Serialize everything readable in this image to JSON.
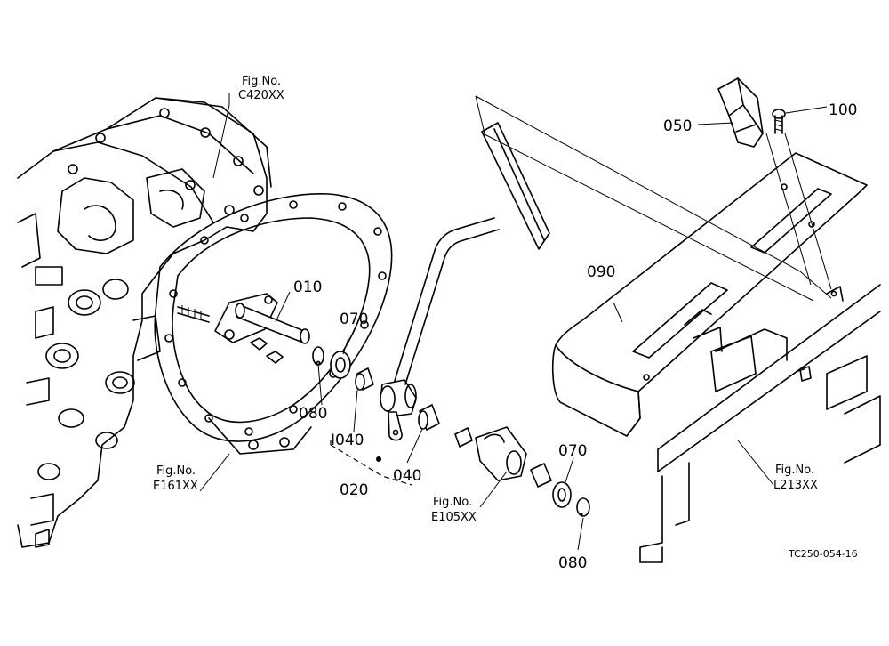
{
  "labels": {
    "p010": "010",
    "p020": "020",
    "p040a": "I040",
    "p040b": "040",
    "p050": "050",
    "p070a": "070",
    "p070b": "070",
    "p080a": "080",
    "p080b": "080",
    "p090": "090",
    "p100": "100"
  },
  "figs": {
    "c420": {
      "line1": "Fig.No.",
      "line2": "C420XX"
    },
    "e161": {
      "line1": "Fig.No.",
      "line2": "E161XX"
    },
    "e105": {
      "line1": "Fig.No.",
      "line2": "E105XX"
    },
    "l213": {
      "line1": "Fig.No.",
      "line2": "L213XX"
    }
  },
  "drawing_code": "TC250-054-16"
}
